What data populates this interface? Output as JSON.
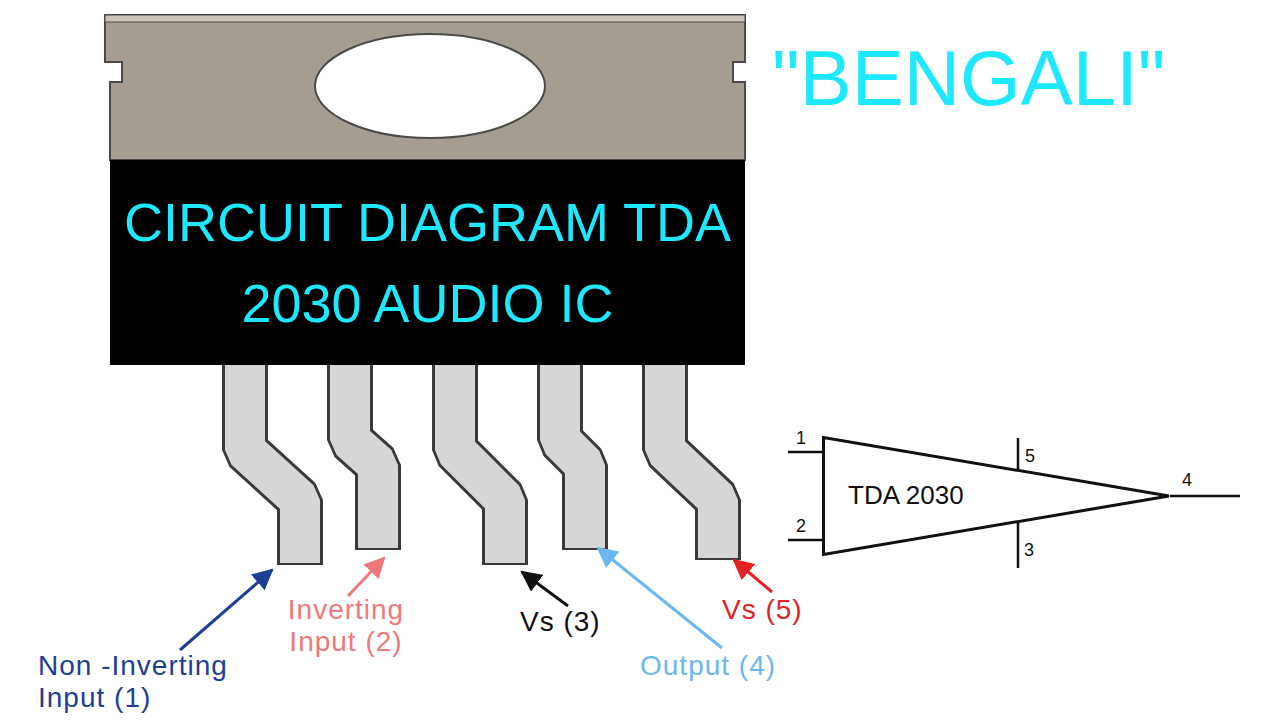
{
  "diagram": {
    "nodes": [
      {
        "text": [
          "CIRCUIT DIAGRAM TDA 2030 AUDIO IC"
        ]
      },
      {
        "text": [
          "TDA 2030"
        ]
      }
    ],
    "labels": [
      "\"BENGALI\"",
      "Non -Inverting Input (1)",
      "Inverting Input (2)",
      "Vs (3)",
      "Output (4)",
      "Vs (5)",
      "1",
      "2",
      "5",
      "3",
      "4"
    ]
  }
}
